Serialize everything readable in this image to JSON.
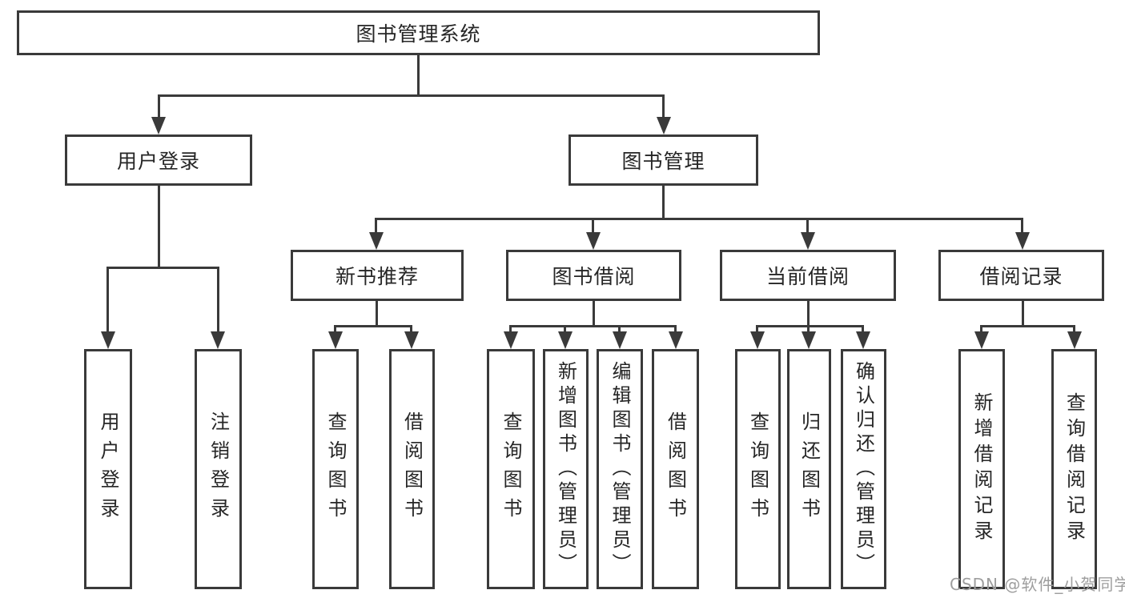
{
  "diagram_title": "图书管理系统",
  "tree": {
    "root": {
      "label": "图书管理系统",
      "children": [
        {
          "label": "用户登录",
          "children": [
            {
              "label": "用户登录"
            },
            {
              "label": "注销登录"
            }
          ]
        },
        {
          "label": "图书管理",
          "children": [
            {
              "label": "新书推荐",
              "children": [
                {
                  "label": "查询图书"
                },
                {
                  "label": "借阅图书"
                }
              ]
            },
            {
              "label": "图书借阅",
              "children": [
                {
                  "label": "查询图书"
                },
                {
                  "label": "新增图书（管理员）"
                },
                {
                  "label": "编辑图书（管理员）"
                },
                {
                  "label": "借阅图书"
                }
              ]
            },
            {
              "label": "当前借阅",
              "children": [
                {
                  "label": "查询图书"
                },
                {
                  "label": "归还图书"
                },
                {
                  "label": "确认归还（管理员）"
                }
              ]
            },
            {
              "label": "借阅记录",
              "children": [
                {
                  "label": "新增借阅记录"
                },
                {
                  "label": "查询借阅记录"
                }
              ]
            }
          ]
        }
      ]
    }
  },
  "watermark": {
    "text": "CSDN @软件_小贺同学"
  },
  "colors": {
    "line": "#3a3a3a",
    "text": "#262626",
    "watermark": "#9e9e9e",
    "background": "#ffffff"
  }
}
